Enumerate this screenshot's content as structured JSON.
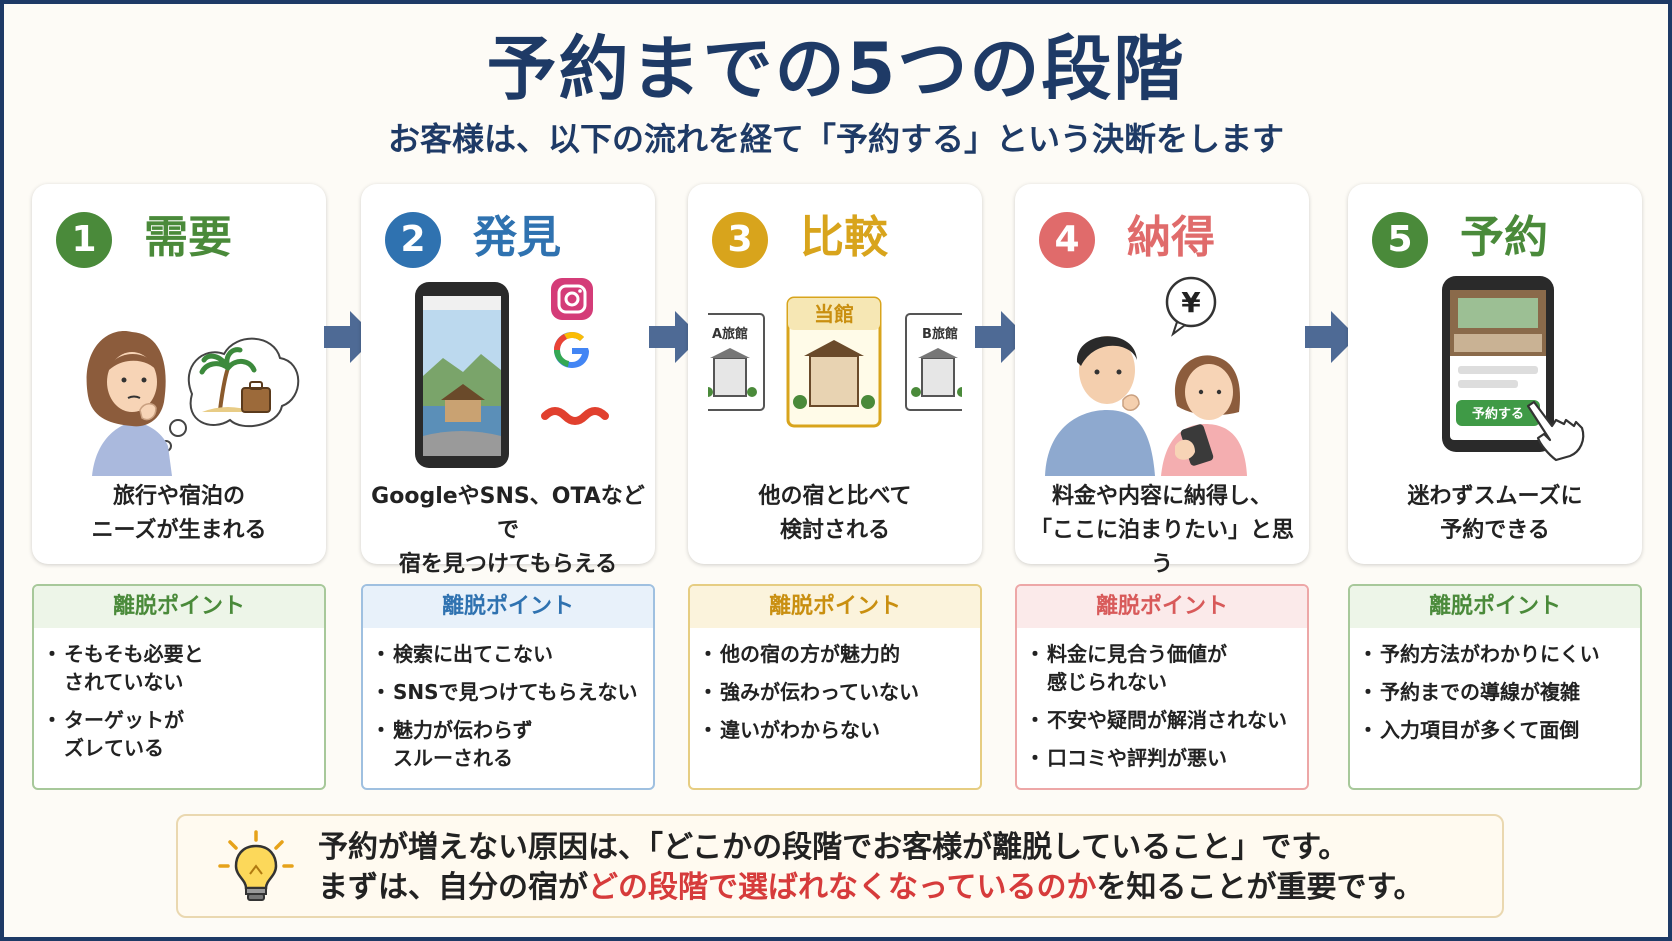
{
  "title": "予約までの5つの段階",
  "subtitle": "お客様は、以下の流れを経て「予約する」という決断をします",
  "stages": [
    {
      "number": "1",
      "name": "需要",
      "color": "#4a8a3a",
      "desc": [
        "旅行や宿泊の",
        "ニーズが生まれる"
      ],
      "dropout_title": "離脱ポイント",
      "dropout": [
        [
          "そもそも必要と",
          "されていない"
        ],
        [
          "ターゲットが",
          "ズレている"
        ]
      ]
    },
    {
      "number": "2",
      "name": "発見",
      "color": "#2f72b0",
      "desc": [
        "GoogleやSNS、OTAなどで",
        "宿を見つけてもらえる"
      ],
      "dropout_title": "離脱ポイント",
      "dropout": [
        [
          "検索に出てこない"
        ],
        [
          "SNSで見つけてもらえない"
        ],
        [
          "魅力が伝わらず",
          "スルーされる"
        ]
      ]
    },
    {
      "number": "3",
      "name": "比較",
      "color": "#d8a41c",
      "desc": [
        "他の宿と比べて",
        "検討される"
      ],
      "dropout_title": "離脱ポイント",
      "dropout": [
        [
          "他の宿の方が魅力的"
        ],
        [
          "強みが伝わっていない"
        ],
        [
          "違いがわからない"
        ]
      ],
      "labels": {
        "left": "A旅館",
        "center": "当館",
        "right": "B旅館"
      }
    },
    {
      "number": "4",
      "name": "納得",
      "color": "#e06b6b",
      "desc": [
        "料金や内容に納得し、",
        "「ここに泊まりたい」と思う"
      ],
      "dropout_title": "離脱ポイント",
      "dropout": [
        [
          "料金に見合う価値が",
          "感じられない"
        ],
        [
          "不安や疑問が解消されない"
        ],
        [
          "口コミや評判が悪い"
        ]
      ],
      "bubble": "¥"
    },
    {
      "number": "5",
      "name": "予約",
      "color": "#4a8a3a",
      "desc": [
        "迷わずスムーズに",
        "予約できる"
      ],
      "dropout_title": "離脱ポイント",
      "dropout": [
        [
          "予約方法がわかりにくい"
        ],
        [
          "予約までの導線が複雑"
        ],
        [
          "入力項目が多くて面倒"
        ]
      ],
      "button": "予約する"
    }
  ],
  "note": {
    "line1": "予約が増えない原因は、「どこかの段階でお客様が離脱していること」です。",
    "line2_pre": "まずは、自分の宿が",
    "line2_highlight": "どの段階で選ばれなくなっているのか",
    "line2_post": "を知ることが重要です。"
  }
}
